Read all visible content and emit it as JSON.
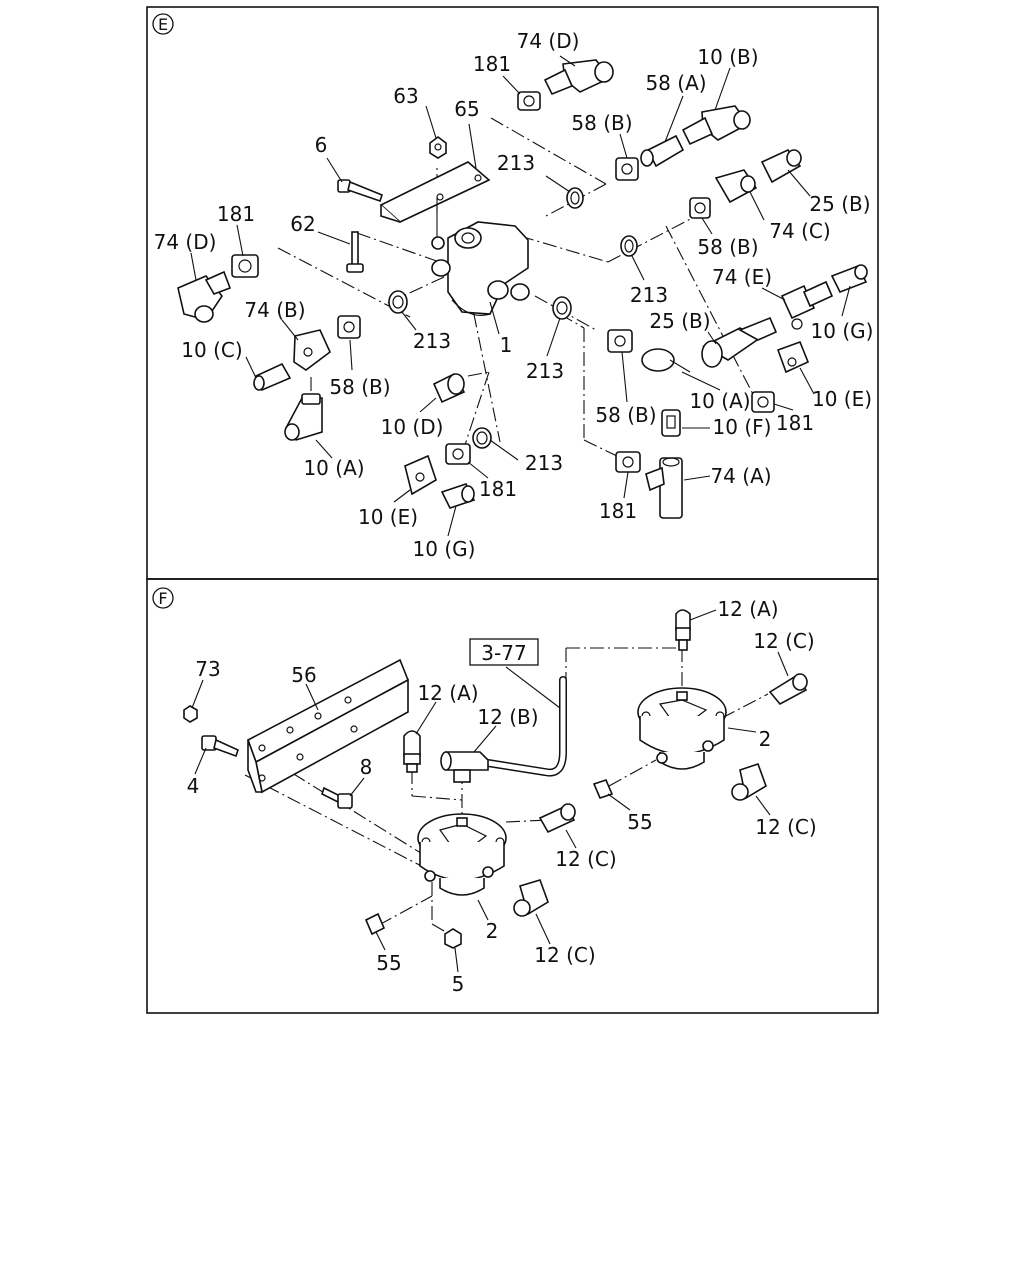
{
  "section_e": {
    "marker": "E",
    "labels": {
      "p74d_top": "74 (D)",
      "p181_top": "181",
      "p10b": "10 (B)",
      "p58a": "58 (A)",
      "p63": "63",
      "p65": "65",
      "p58b_top": "58 (B)",
      "p6": "6",
      "p213_top": "213",
      "p25b_top": "25 (B)",
      "p74c": "74 (C)",
      "p181_left": "181",
      "p62": "62",
      "p74d_left": "74 (D)",
      "p58b_right": "58 (B)",
      "p74e_right": "74 (E)",
      "p213_mid": "213",
      "p10g_right": "10 (G)",
      "p74b": "74 (B)",
      "p213_left": "213",
      "p25b_mid": "25 (B)",
      "p1": "1",
      "p10c": "10 (C)",
      "p58b_left": "58 (B)",
      "p213_low": "213",
      "p10a_right": "10 (A)",
      "p10e_right": "10 (E)",
      "p10d": "10 (D)",
      "p58b_low": "58 (B)",
      "p10f": "10 (F)",
      "p181_right": "181",
      "p10a_left": "10 (A)",
      "p213_bottom": "213",
      "p74a": "74 (A)",
      "p181_bottom": "181",
      "p181_bottom_right": "181",
      "p10e_left": "10 (E)",
      "p10g_left": "10 (G)"
    }
  },
  "section_f": {
    "marker": "F",
    "ref_box": "3-77",
    "labels": {
      "p12a_top": "12 (A)",
      "p12c_top": "12 (C)",
      "p73": "73",
      "p56": "56",
      "p12a_mid": "12 (A)",
      "p12b": "12 (B)",
      "p2_right": "2",
      "p4": "4",
      "p8": "8",
      "p55_right": "55",
      "p12c_right": "12 (C)",
      "p12c_mid": "12 (C)",
      "p2_left": "2",
      "p12c_bottom": "12 (C)",
      "p55_left": "55",
      "p5": "5"
    }
  }
}
